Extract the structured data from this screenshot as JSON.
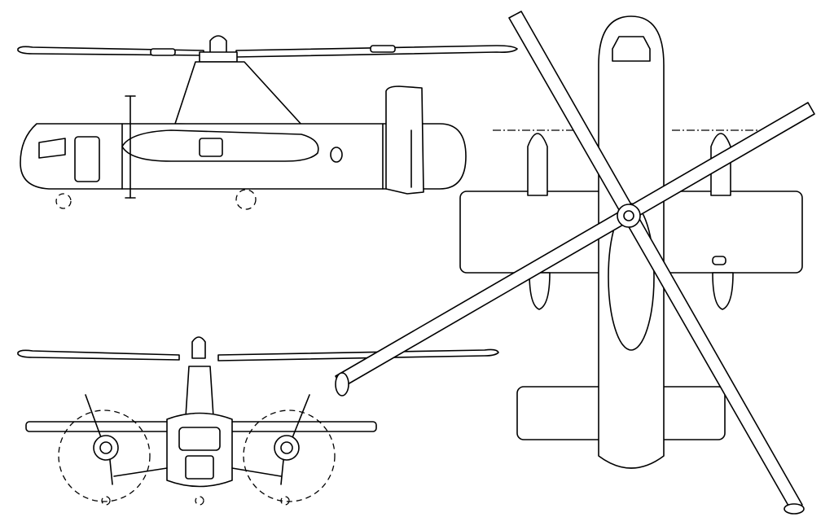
{
  "drawing": {
    "views": [
      "side",
      "front",
      "top"
    ],
    "line_color": "#000000",
    "background": "#ffffff"
  }
}
